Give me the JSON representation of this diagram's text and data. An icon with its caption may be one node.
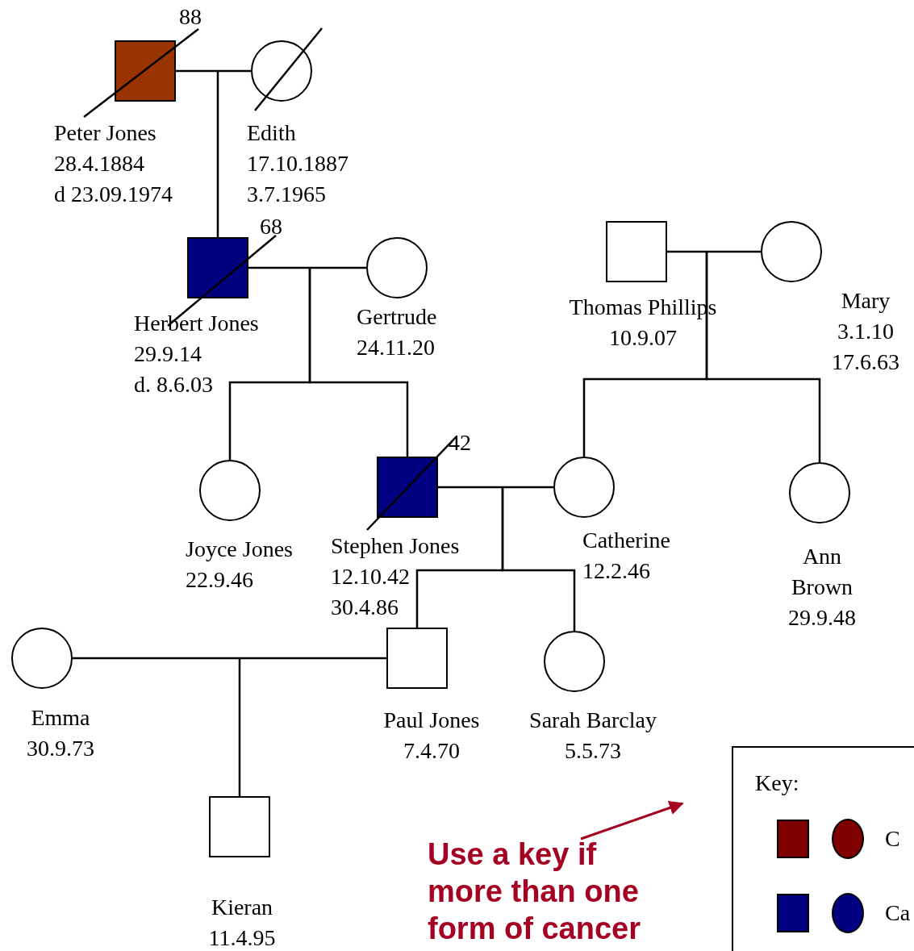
{
  "diagram": {
    "nodes": [
      {
        "text": [],
        "shape": "box",
        "beside": [
          "88",
          "Peter Jones",
          "28.4.1884",
          "d 23.09.1974"
        ]
      },
      {
        "text": [],
        "shape": "circle",
        "beside": [
          "Edith",
          "17.10.1887",
          "3.7.1965"
        ]
      },
      {
        "text": [],
        "shape": "box",
        "beside": [
          "68",
          "Herbert Jones",
          "29.9.14",
          "d. 8.6.03"
        ]
      },
      {
        "text": [],
        "shape": "circle",
        "beside": [
          "Gertrude",
          "24.11.20"
        ]
      },
      {
        "text": [],
        "shape": "box",
        "beside": [
          "Thomas Phillips",
          "10.9.07"
        ]
      },
      {
        "text": [],
        "shape": "circle",
        "beside": [
          "Mary",
          "3.1.10",
          "17.6.63"
        ]
      },
      {
        "text": [],
        "shape": "circle",
        "beside": [
          "Joyce Jones",
          "22.9.46"
        ]
      },
      {
        "text": [],
        "shape": "box",
        "beside": [
          "42",
          "Stephen Jones",
          "12.10.42",
          "30.4.86"
        ]
      },
      {
        "text": [],
        "shape": "circle",
        "beside": [
          "Catherine",
          "12.2.46"
        ]
      },
      {
        "text": [],
        "shape": "circle",
        "beside": [
          "Ann Brown",
          "29.9.48"
        ]
      },
      {
        "text": [],
        "shape": "circle",
        "beside": [
          "Emma",
          "30.9.73"
        ]
      },
      {
        "text": [],
        "shape": "box",
        "beside": [
          "Paul Jones",
          "7.4.70"
        ]
      },
      {
        "text": [],
        "shape": "circle",
        "beside": [
          "Sarah Barclay",
          "5.5.73"
        ]
      },
      {
        "text": [],
        "shape": "box",
        "beside": [
          "Kieran",
          "11.4.95"
        ]
      },
      {
        "text": [
          "Use a key if more than one form of cancer"
        ]
      }
    ],
    "edges": [
      {
        "from": 0,
        "to": 1,
        "arrow": "none"
      },
      {
        "from": null,
        "to": 2,
        "arrow": "none"
      },
      {
        "from": 2,
        "to": 3,
        "arrow": "none"
      },
      {
        "from": null,
        "to": 6,
        "arrow": "none"
      },
      {
        "from": null,
        "to": 7,
        "arrow": "none"
      },
      {
        "from": 4,
        "to": 5,
        "arrow": "none"
      },
      {
        "from": null,
        "to": 8,
        "arrow": "none"
      },
      {
        "from": null,
        "to": 9,
        "arrow": "none"
      },
      {
        "from": 7,
        "to": 8,
        "arrow": "none"
      },
      {
        "from": null,
        "to": 11,
        "arrow": "none"
      },
      {
        "from": null,
        "to": 12,
        "arrow": "none"
      },
      {
        "from": 10,
        "to": 11,
        "arrow": "none"
      },
      {
        "from": null,
        "to": 13,
        "arrow": "none"
      },
      {
        "from": 14,
        "to": null,
        "arrow": "to",
        "color": "#a50021"
      }
    ],
    "labels": [
      "Key:"
    ],
    "legend": [
      {
        "text": "C",
        "color": "#800000"
      },
      {
        "text": "Ca",
        "color": "#000080"
      }
    ]
  }
}
